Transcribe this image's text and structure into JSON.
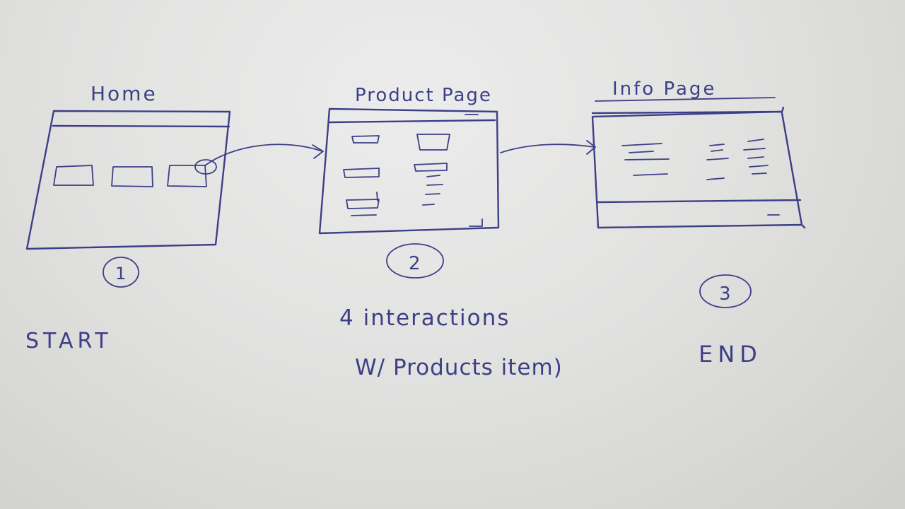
{
  "diagram": {
    "ink_color": "#3d3f86",
    "paper_color": "#e4e4e3",
    "screens": [
      {
        "id": "home",
        "title": "Home",
        "step": "1"
      },
      {
        "id": "product",
        "title": "Product Page",
        "step": "2"
      },
      {
        "id": "info",
        "title": "Info Page",
        "step": "3"
      }
    ],
    "notes": {
      "start": "START",
      "interactions_line1": "4 interactions",
      "interactions_line2": "W/ Products item)",
      "end": "END"
    }
  }
}
